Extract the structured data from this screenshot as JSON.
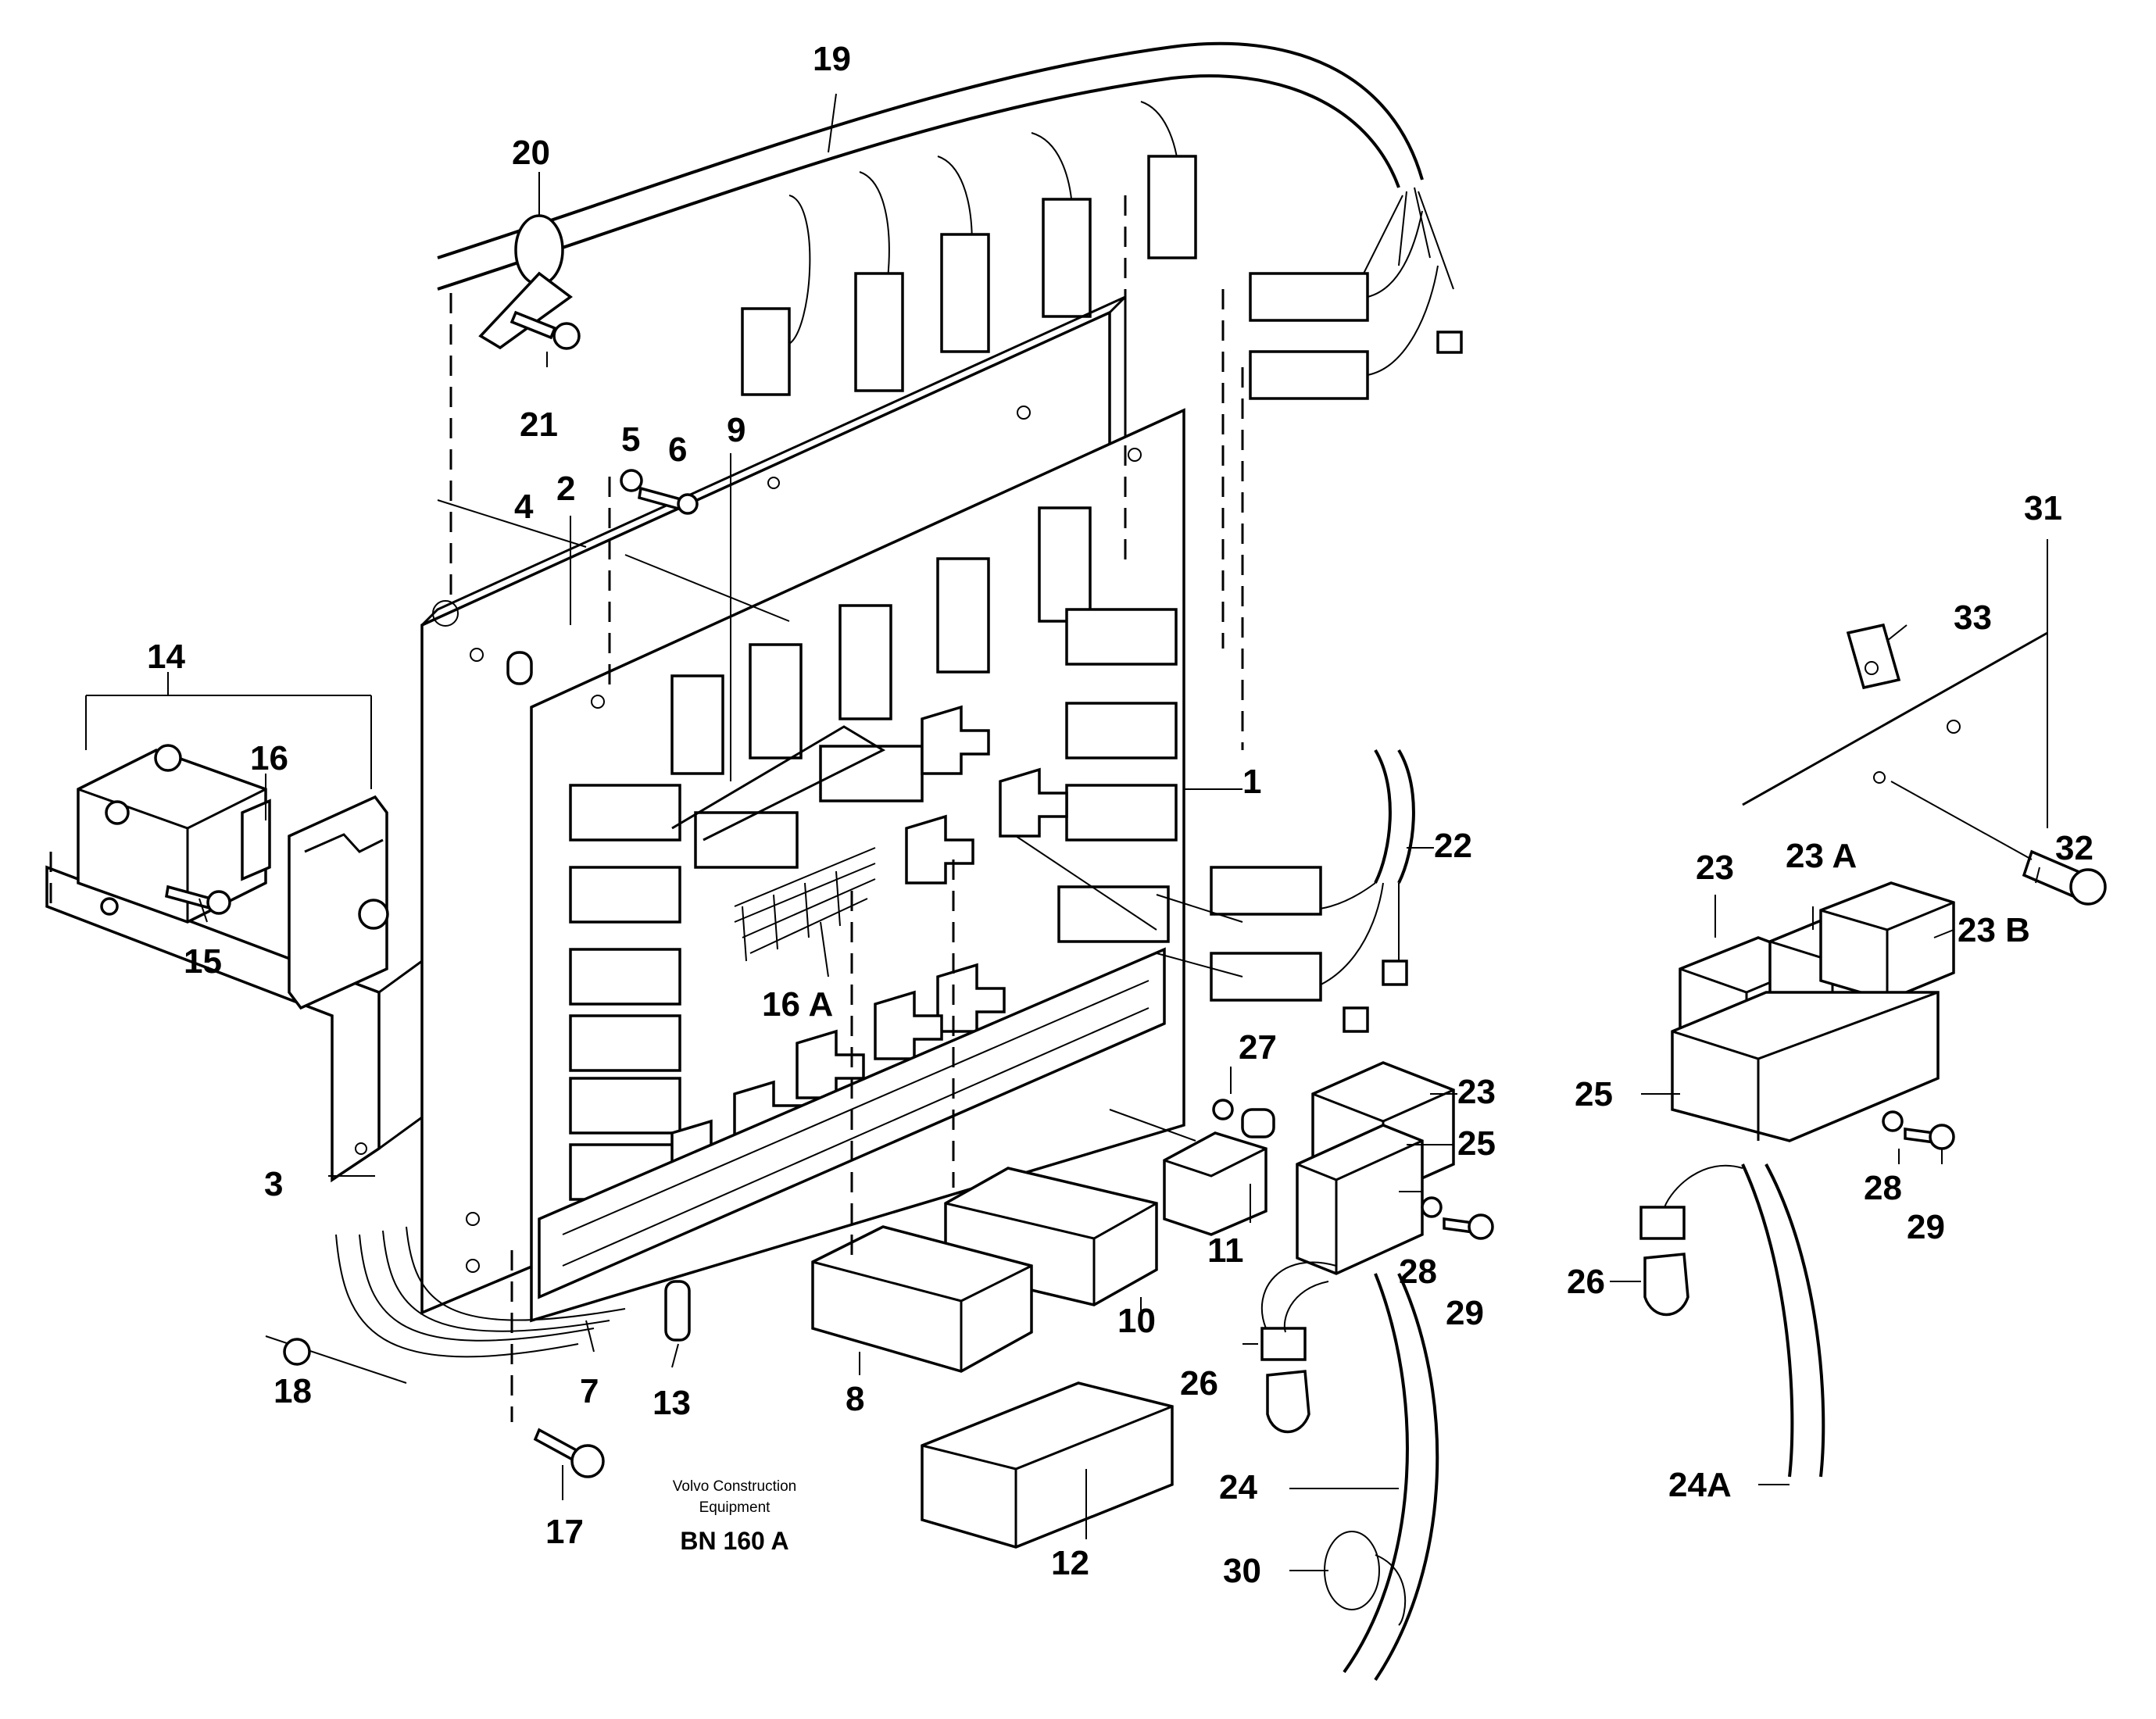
{
  "diagram": {
    "callouts": {
      "c1": "1",
      "c2": "2",
      "c3": "3",
      "c4": "4",
      "c5": "5",
      "c6": "6",
      "c7": "7",
      "c8": "8",
      "c9": "9",
      "c10": "10",
      "c11": "11",
      "c12": "12",
      "c13": "13",
      "c14": "14",
      "c15": "15",
      "c16": "16",
      "c16a": "16 A",
      "c17": "17",
      "c18": "18",
      "c19": "19",
      "c20": "20",
      "c21": "21",
      "c22": "22",
      "c23_mid": "23",
      "c23_right": "23",
      "c23a": "23 A",
      "c23b": "23 B",
      "c24": "24",
      "c24a": "24A",
      "c25_mid": "25",
      "c25_right": "25",
      "c26_mid": "26",
      "c26_right": "26",
      "c27": "27",
      "c28_mid": "28",
      "c28_right": "28",
      "c29_mid": "29",
      "c29_right": "29",
      "c30": "30",
      "c31": "31",
      "c32": "32",
      "c33": "33"
    },
    "caption": {
      "line1": "Volvo Construction",
      "line2": "Equipment",
      "code": "BN 160 A"
    }
  }
}
